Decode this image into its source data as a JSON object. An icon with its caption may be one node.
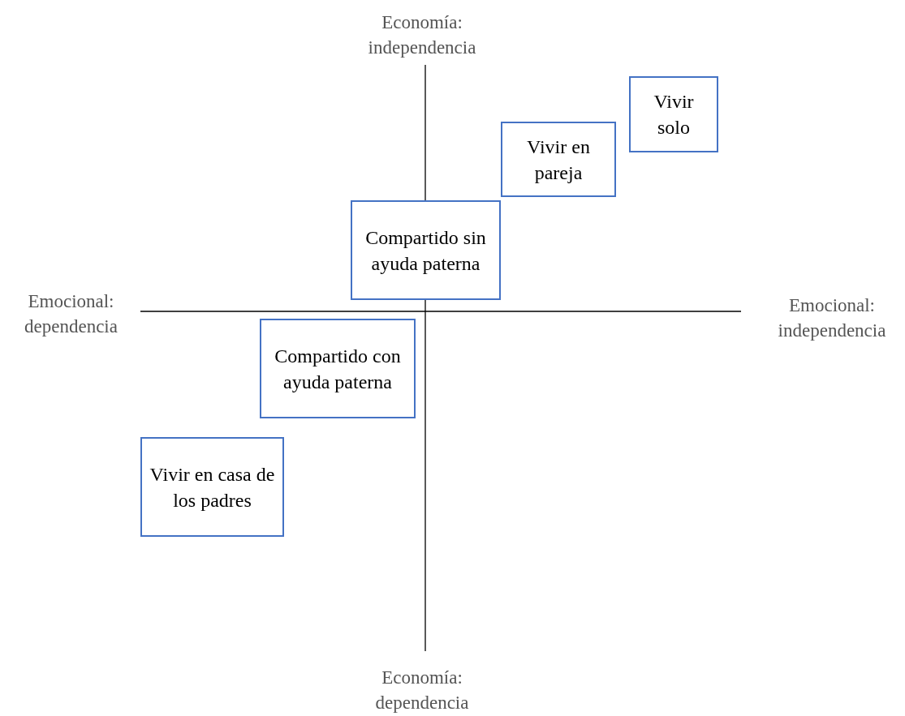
{
  "diagram": {
    "nodes": [
      {
        "text": [
          "Vivir solo"
        ]
      },
      {
        "text": [
          "Vivir en pareja"
        ]
      },
      {
        "text": [
          "Compartido sin ayuda paterna"
        ]
      },
      {
        "text": [
          "Compartido con ayuda paterna"
        ]
      },
      {
        "text": [
          "Vivir en casa de los padres"
        ]
      }
    ],
    "labels": [
      "Economía: independencia",
      "Emocional: dependencia",
      "Emocional: independencia",
      "Economía: dependencia"
    ]
  }
}
